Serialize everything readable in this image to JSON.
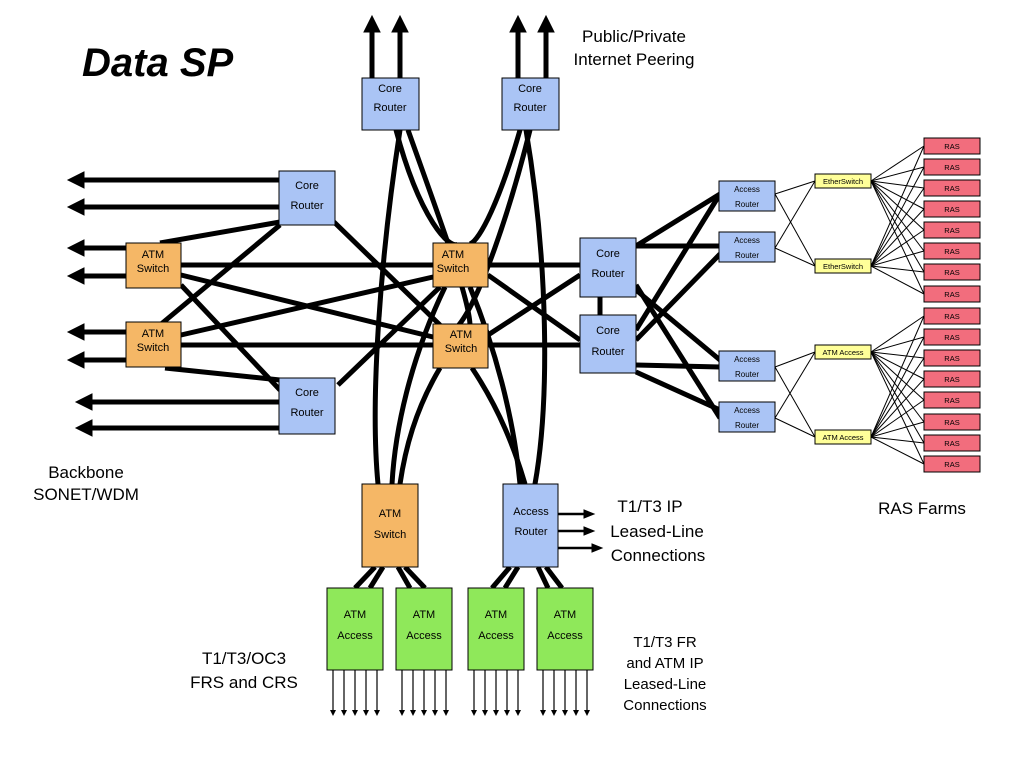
{
  "title": "Data SP",
  "colors": {
    "core": "#aac4f5",
    "atm_switch": "#f5b766",
    "atm_access": "#8fe85a",
    "ether": "#ffff99",
    "ras": "#f26d7d",
    "line": "#000000"
  },
  "labels": {
    "peering_1": "Public/Private",
    "peering_2": "Internet Peering",
    "backbone_1": "Backbone",
    "backbone_2": "SONET/WDM",
    "leased_1": "T1/T3 IP",
    "leased_2": "Leased-Line",
    "leased_3": "Connections",
    "frs_1": "T1/T3/OC3",
    "frs_2": "FRS and CRS",
    "fr_1": "T1/T3 FR",
    "fr_2": "and ATM IP",
    "fr_3": "Leased-Line",
    "fr_4": "Connections",
    "ras_farms": "RAS Farms"
  },
  "nodes": {
    "core_top_1": [
      "Core",
      "Router"
    ],
    "core_top_2": [
      "Core",
      "Router"
    ],
    "core_left_top": [
      "Core",
      "Router"
    ],
    "core_left_bottom": [
      "Core",
      "Router"
    ],
    "core_right_top": [
      "Core",
      "Router"
    ],
    "core_right_bottom": [
      "Core",
      "Router"
    ],
    "atm_left_top": [
      "ATM",
      "Switch"
    ],
    "atm_left_bottom": [
      "ATM",
      "Switch"
    ],
    "atm_center_top": [
      "ATM",
      "Switch"
    ],
    "atm_center_bottom": [
      "ATM",
      "Switch"
    ],
    "atm_bottom": [
      "ATM",
      "Switch"
    ],
    "access_bottom": [
      "Access",
      "Router"
    ],
    "access_right_1": [
      "Access",
      "Router"
    ],
    "access_right_2": [
      "Access",
      "Router"
    ],
    "access_right_3": [
      "Access",
      "Router"
    ],
    "access_right_4": [
      "Access",
      "Router"
    ],
    "atm_access_1": [
      "ATM",
      "Access"
    ],
    "atm_access_2": [
      "ATM",
      "Access"
    ],
    "atm_access_3": [
      "ATM",
      "Access"
    ],
    "atm_access_4": [
      "ATM",
      "Access"
    ],
    "etherswitch_1": "EtherSwitch",
    "etherswitch_2": "EtherSwitch",
    "atm_access_small_1": "ATM Access",
    "atm_access_small_2": "ATM Access",
    "ras": [
      "RAS",
      "RAS",
      "RAS",
      "RAS",
      "RAS",
      "RAS",
      "RAS",
      "RAS",
      "RAS",
      "RAS",
      "RAS",
      "RAS",
      "RAS",
      "RAS",
      "RAS",
      "RAS"
    ]
  }
}
